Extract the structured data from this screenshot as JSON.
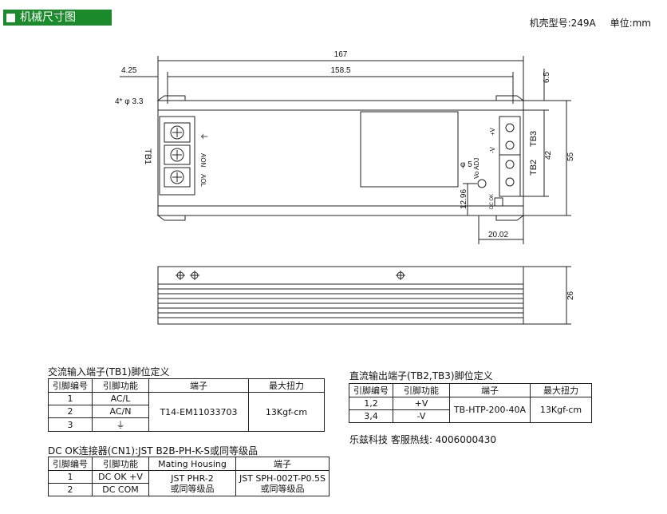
{
  "header": {
    "title": "机械尺寸图",
    "model": "机壳型号:249A",
    "unit": "单位:mm"
  },
  "dims": {
    "total_len": "167",
    "inner_len": "158.5",
    "edge": "4.25",
    "hole": "4* φ 3.3",
    "h_top": "6.5",
    "h_42": "42",
    "h_55": "55",
    "pot_d": "φ 5",
    "pot_h": "12.96",
    "pot_x": "20.02",
    "side_h": "26"
  },
  "labels": {
    "tb1": "TB1",
    "tb2": "TB2",
    "tb3": "TB3",
    "aon": "AON",
    "aol": "AOL",
    "earth": "⏚",
    "plus_v": "+V",
    "minus_v": "-V",
    "vo_adj": "Vo ADJ",
    "dcok": "DC OK"
  },
  "ac_table": {
    "caption": "交流输入端子(TB1)脚位定义",
    "headers": [
      "引脚编号",
      "引脚功能",
      "端子",
      "最大扭力"
    ],
    "rows": [
      [
        "1",
        "AC/L"
      ],
      [
        "2",
        "AC/N"
      ],
      [
        "3",
        "⏚"
      ]
    ],
    "terminal": "T14-EM11033703",
    "torque": "13Kgf-cm"
  },
  "dc_table": {
    "caption": "直流输出端子(TB2,TB3)脚位定义",
    "headers": [
      "引脚编号",
      "引脚功能",
      "端子",
      "最大扭力"
    ],
    "rows": [
      [
        "1,2",
        "+V"
      ],
      [
        "3,4",
        "-V"
      ]
    ],
    "terminal": "TB-HTP-200-40A",
    "torque": "13Kgf-cm"
  },
  "hotline": "乐兹科技 客服热线: 4006000430",
  "cn_table": {
    "caption": "DC OK连接器(CN1):JST B2B-PH-K-S或同等级品",
    "headers": [
      "引脚编号",
      "引脚功能",
      "Mating Housing",
      "端子"
    ],
    "rows": [
      [
        "1",
        "DC OK +V",
        "JST PHR-2\n或同等级品",
        "JST SPH-002T-P0.5S\n或同等级品"
      ],
      [
        "2",
        "DC COM"
      ]
    ]
  }
}
